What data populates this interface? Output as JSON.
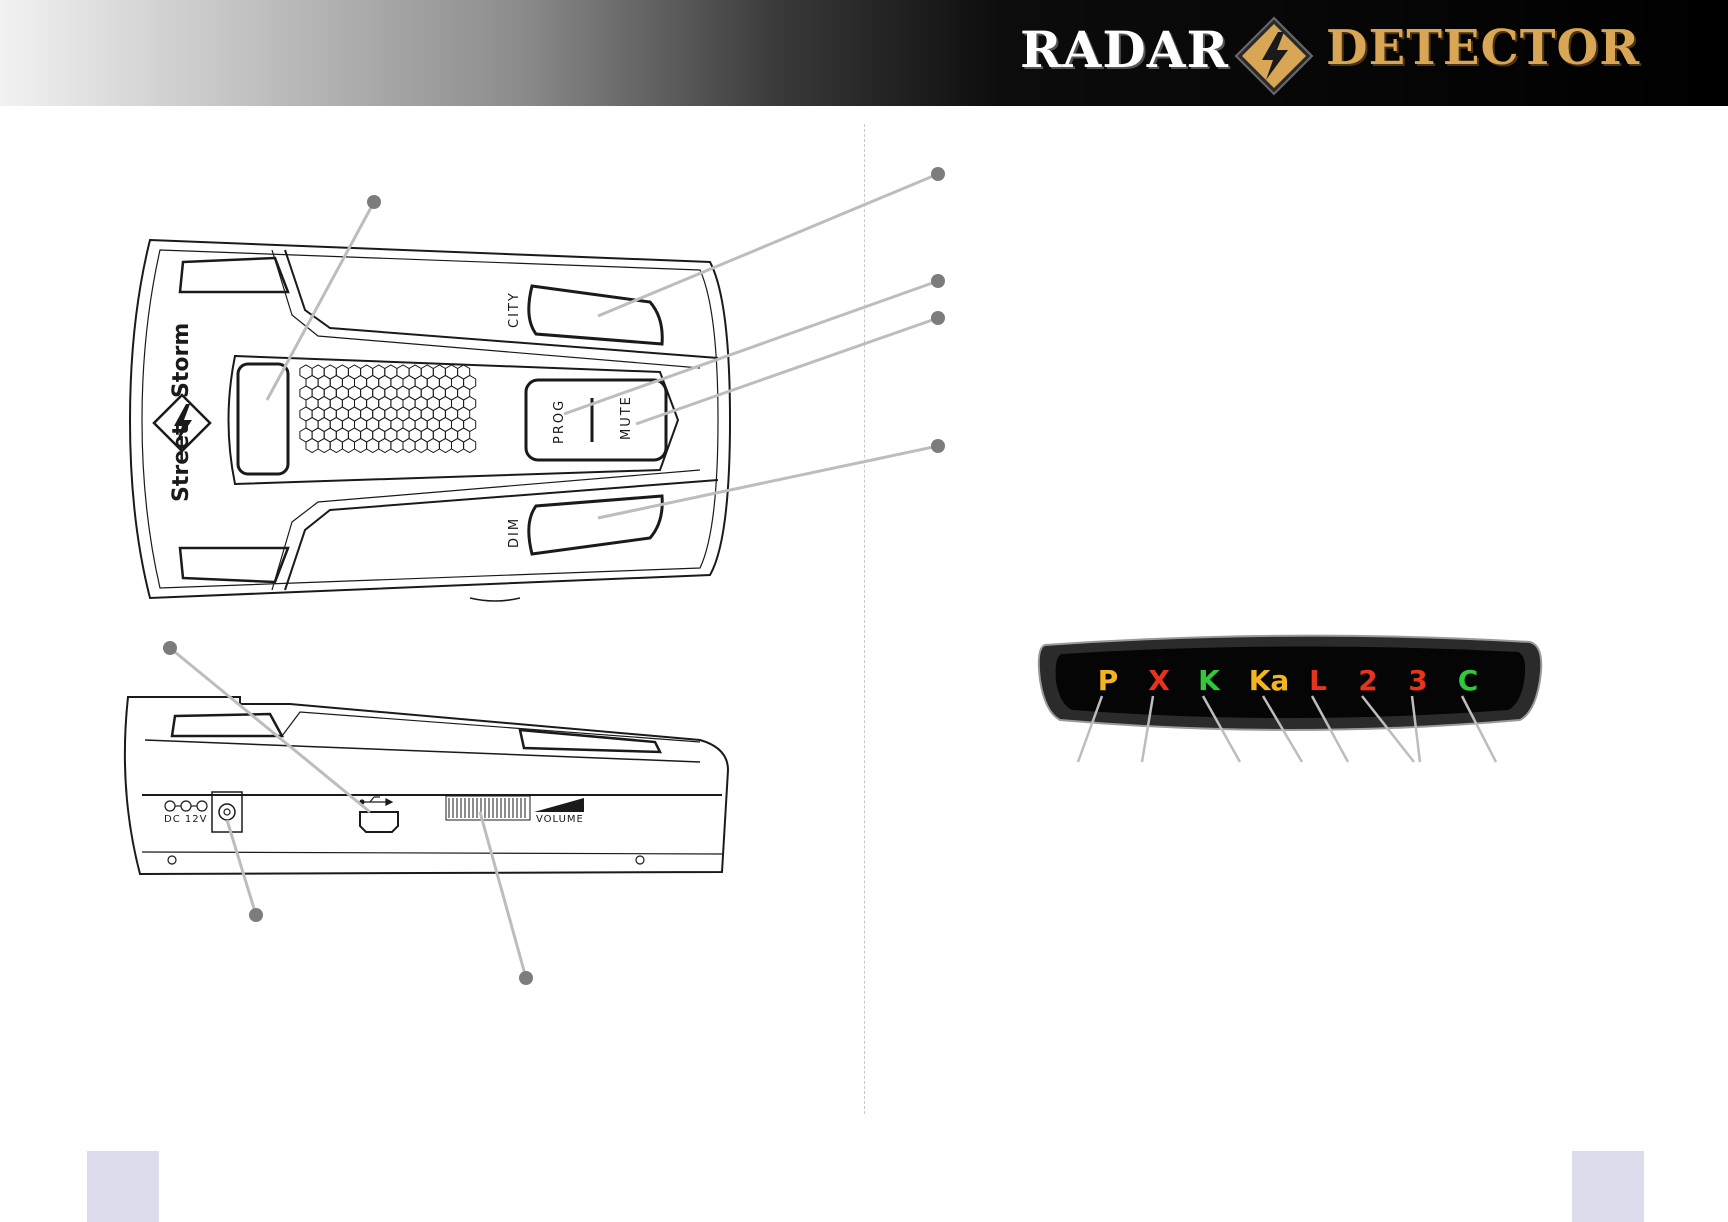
{
  "header": {
    "title_left": "RADAR",
    "title_right": "DETECTOR",
    "accent_color": "#d8a655",
    "logo_icon": "lightning-diamond-icon"
  },
  "device": {
    "brand_line1": "Street",
    "brand_line2": "Storm",
    "top_view_buttons": [
      "CITY",
      "PROG",
      "MUTE",
      "DIM"
    ],
    "side_view_labels": {
      "power": "DC 12V",
      "volume": "VOLUME",
      "usb_icon": "usb-icon"
    }
  },
  "display": {
    "indicators": [
      {
        "label": "P",
        "color": "#f2b51f"
      },
      {
        "label": "X",
        "color": "#e8341c"
      },
      {
        "label": "K",
        "color": "#2fc93a"
      },
      {
        "label": "Ka",
        "color": "#f2b51f"
      },
      {
        "label": "L",
        "color": "#e8341c"
      },
      {
        "label": "2",
        "color": "#e8341c"
      },
      {
        "label": "3",
        "color": "#e8341c"
      },
      {
        "label": "C",
        "color": "#2fc93a"
      }
    ]
  },
  "colors": {
    "callout": "#bdbdbd",
    "callout_dot": "#7c7c7c",
    "page_tab": "#dcdcec"
  }
}
